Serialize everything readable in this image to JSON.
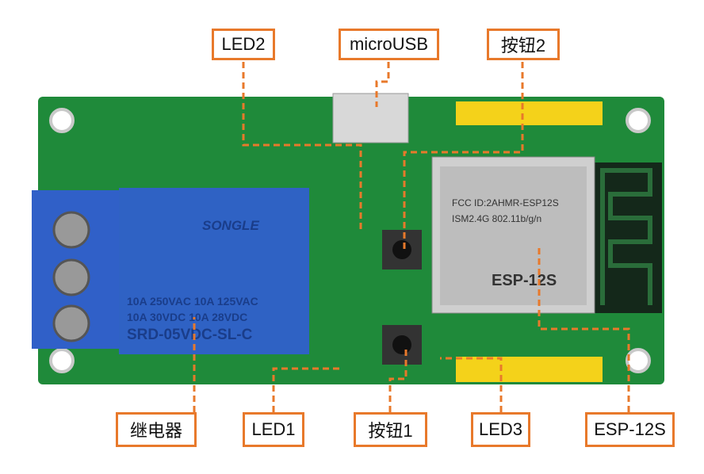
{
  "labels": {
    "led2": "LED2",
    "microusb": "microUSB",
    "button2": "按钮2",
    "relay": "继电器",
    "led1": "LED1",
    "button1": "按钮1",
    "led3": "LED3",
    "esp12s": "ESP-12S"
  },
  "relay_print": {
    "brand": "SONGLE",
    "line1": "10A 250VAC  10A 125VAC",
    "line2": "10A  30VDC  10A  28VDC",
    "model": "SRD-05VDC-SL-C"
  },
  "module_print": {
    "line1": "FCC ID:2AHMR-ESP12S",
    "line2": "ISM2.4G 802.11b/g/n",
    "model": "ESP-12S"
  },
  "colors": {
    "accent": "#e8792b",
    "pcb": "#1f8a3a",
    "relay": "#2f62c4"
  }
}
